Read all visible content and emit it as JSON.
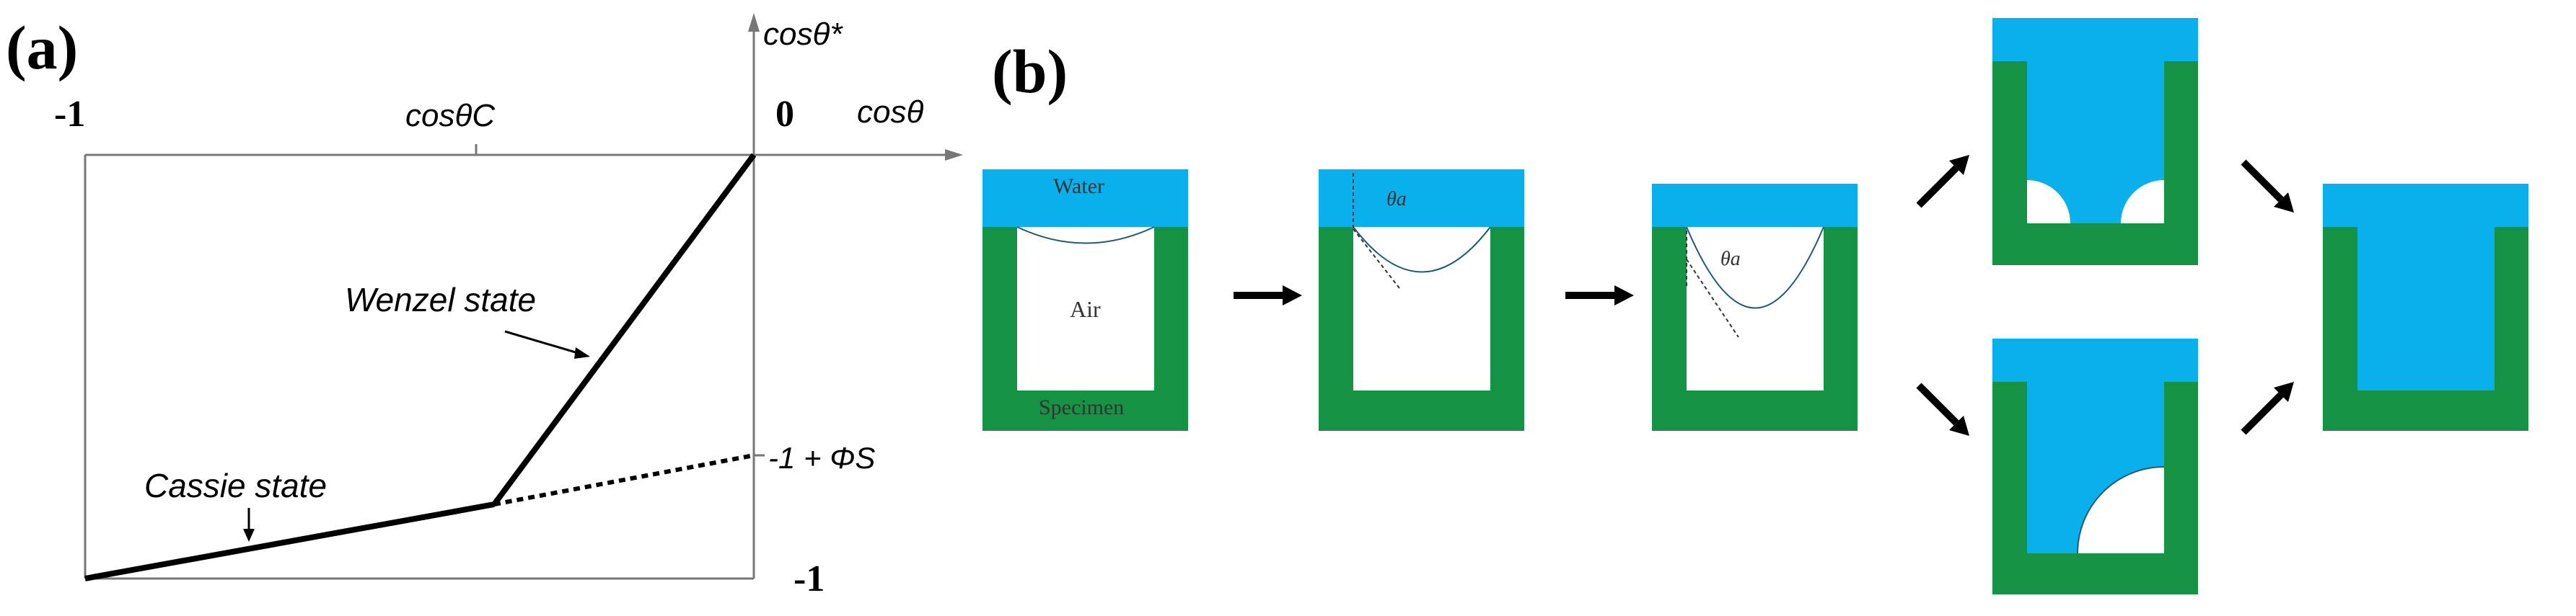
{
  "panel_a": {
    "label": "(a)",
    "y_axis_label": "cosθ*",
    "x_axis_label": "cosθ",
    "x_tick_left": "-1",
    "x_tick_critical": "cosθC",
    "x_tick_zero": "0",
    "y_tick_bottom": "-1",
    "y_tick_fraction": "-1 + ΦS",
    "wenzel_label": "Wenzel state",
    "cassie_label": "Cassie state",
    "colors": {
      "line": "#000000",
      "frame": "#777777"
    }
  },
  "panel_b": {
    "label": "(b)",
    "water_label": "Water",
    "air_label": "Air",
    "specimen_label": "Specimen",
    "angle_label": "θa",
    "colors": {
      "water": "#0ab0ec",
      "specimen": "#169245",
      "air": "#ffffff",
      "arrow": "#000000"
    }
  }
}
